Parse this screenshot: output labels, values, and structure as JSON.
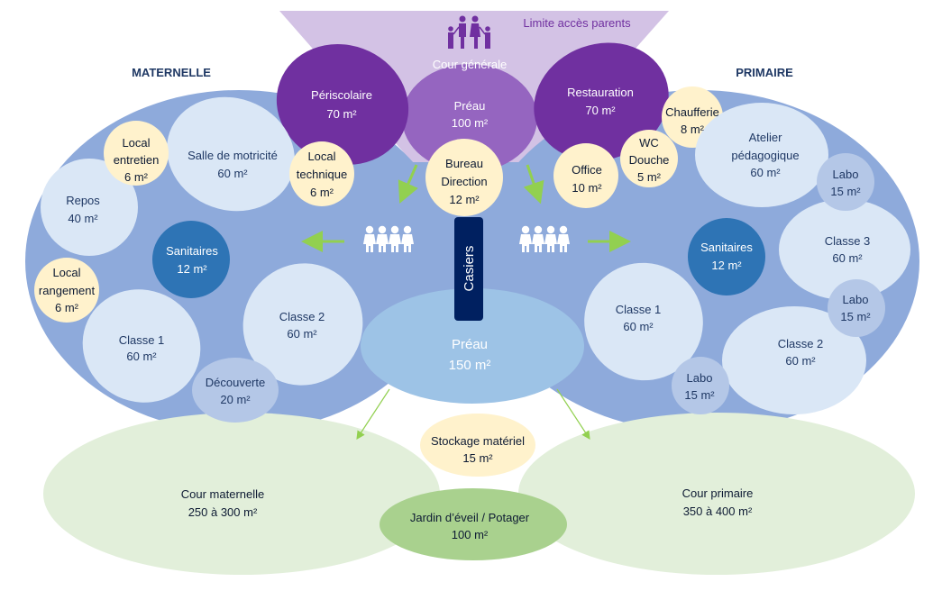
{
  "colors": {
    "wing_blue": "#8eaadb",
    "room_light": "#dae7f6",
    "room_mid": "#b4c7e7",
    "sanitaires": "#2e74b5",
    "service_cream": "#fff2cc",
    "purple_dark": "#7030a0",
    "purple_mid": "#9565c0",
    "purple_light": "#d3c2e5",
    "preau_blue": "#9dc3e6",
    "casiers": "#002060",
    "cour_green": "#e2efda",
    "jardin_green": "#a9d18e",
    "arrow_green": "#92d050"
  },
  "headers": {
    "maternelle": "MATERNELLE",
    "primaire": "PRIMAIRE",
    "parent_limit": "Limite accès parents",
    "cour_generale": "Cour générale"
  },
  "central": {
    "periscolaire": {
      "name": "Périscolaire",
      "area": "70 m²"
    },
    "preau_top": {
      "name": "Préau",
      "area": "100 m²"
    },
    "restauration": {
      "name": "Restauration",
      "area": "70 m²"
    },
    "bureau": {
      "name1": "Bureau",
      "name2": "Direction",
      "area": "12 m²"
    },
    "local_technique": {
      "name1": "Local",
      "name2": "technique",
      "area": "6 m²"
    },
    "office": {
      "name": "Office",
      "area": "10 m²"
    },
    "wc": {
      "name1": "WC",
      "name2": "Douche",
      "area": "5 m²"
    },
    "chaufferie": {
      "name": "Chaufferie",
      "area": "8 m²"
    },
    "casiers": "Casiers",
    "preau_main": {
      "name": "Préau",
      "area": "150 m²"
    },
    "stockage": {
      "name": "Stockage matériel",
      "area": "15 m²"
    },
    "jardin": {
      "name": "Jardin d’éveil / Potager",
      "area": "100 m²"
    }
  },
  "maternelle": {
    "local_entretien": {
      "name1": "Local",
      "name2": "entretien",
      "area": "6 m²"
    },
    "motricite": {
      "name": "Salle de motricité",
      "area": "60 m²"
    },
    "repos": {
      "name": "Repos",
      "area": "40 m²"
    },
    "sanitaires": {
      "name": "Sanitaires",
      "area": "12 m²"
    },
    "local_rangement": {
      "name1": "Local",
      "name2": "rangement",
      "area": "6 m²"
    },
    "classe1": {
      "name": "Classe 1",
      "area": "60 m²"
    },
    "classe2": {
      "name": "Classe 2",
      "area": "60 m²"
    },
    "decouverte": {
      "name": "Découverte",
      "area": "20 m²"
    },
    "cour": {
      "name": "Cour maternelle",
      "area": "250 à 300 m²"
    }
  },
  "primaire": {
    "atelier": {
      "name1": "Atelier",
      "name2": "pédagogique",
      "area": "60 m²"
    },
    "labo_a": {
      "name": "Labo",
      "area": "15 m²"
    },
    "classe3": {
      "name": "Classe 3",
      "area": "60 m²"
    },
    "labo_b": {
      "name": "Labo",
      "area": "15 m²"
    },
    "sanitaires": {
      "name": "Sanitaires",
      "area": "12 m²"
    },
    "classe1": {
      "name": "Classe 1",
      "area": "60 m²"
    },
    "classe2": {
      "name": "Classe 2",
      "area": "60 m²"
    },
    "labo_c": {
      "name": "Labo",
      "area": "15 m²"
    },
    "cour": {
      "name": "Cour primaire",
      "area": "350 à 400 m²"
    }
  },
  "icons": {
    "family": "family-icon",
    "children": "children-group-icon",
    "arrow": "arrow-icon"
  }
}
